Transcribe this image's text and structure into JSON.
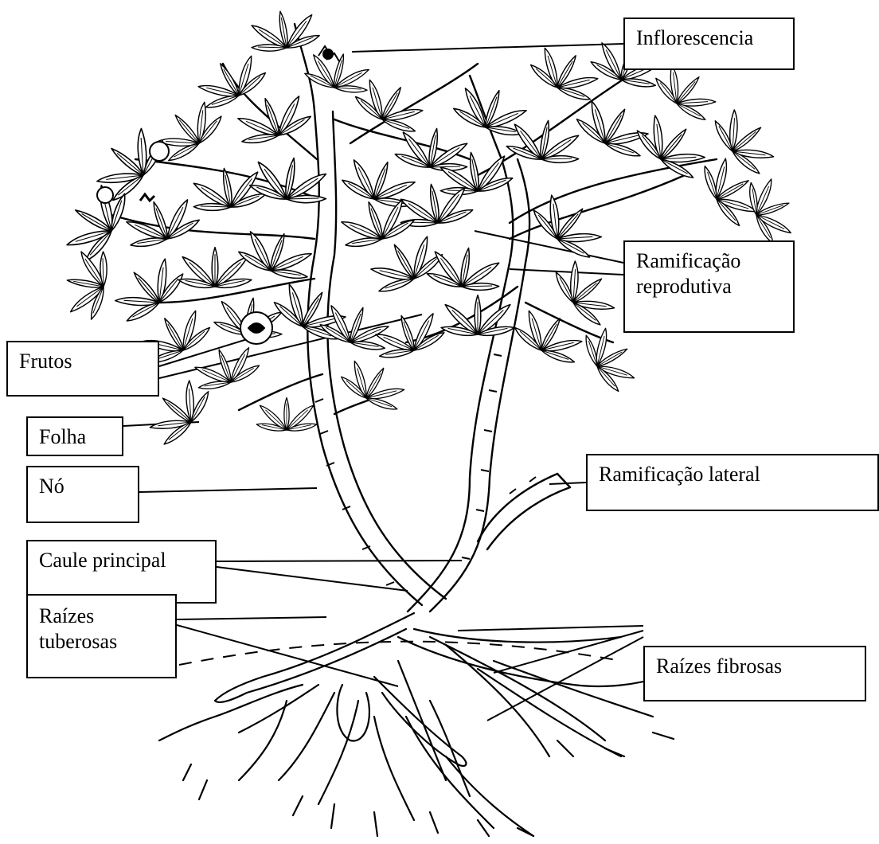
{
  "colors": {
    "ink": "#000000",
    "paper": "#ffffff"
  },
  "diagram": {
    "subject": "Labeled illustration of a cassava plant with roots",
    "labels": {
      "inflorescencia": {
        "lines": [
          "Inflorescencia"
        ]
      },
      "ramificacao_reprodutiva": {
        "lines": [
          "Ramificação",
          "reprodutiva"
        ]
      },
      "frutos": {
        "lines": [
          "Frutos"
        ]
      },
      "folha": {
        "lines": [
          "Folha"
        ]
      },
      "no": {
        "lines": [
          "Nó"
        ]
      },
      "ramificacao_lateral": {
        "lines": [
          "Ramificação lateral"
        ]
      },
      "caule_principal": {
        "lines": [
          "Caule principal"
        ]
      },
      "raizes_fibrosas": {
        "lines": [
          "Raízes fibrosas"
        ]
      },
      "raizes_tuberosas": {
        "lines": [
          "Raízes",
          "tuberosas"
        ]
      }
    }
  }
}
